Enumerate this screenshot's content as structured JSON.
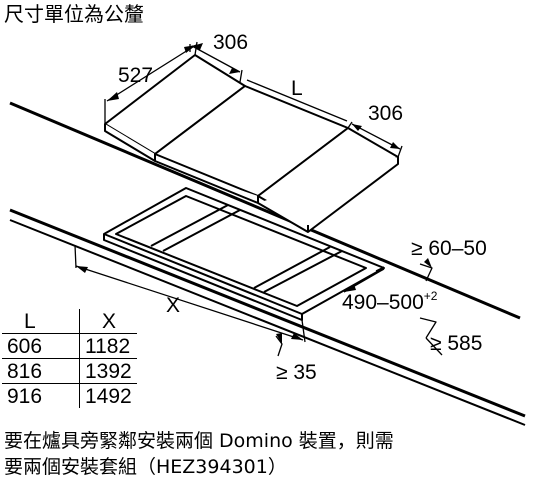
{
  "title": "尺寸單位為公釐",
  "dimensions": {
    "top_width": "306",
    "depth": "527",
    "length": "L",
    "right_width": "306",
    "gap_back": "≥ 60–50",
    "cutout_depth": "490–500",
    "cutout_depth_sup": "+2",
    "counter_depth": "≥ 585",
    "cutout_length": "X",
    "front_gap": "≥ 35"
  },
  "table": {
    "headers": [
      "L",
      "X"
    ],
    "rows": [
      [
        "606",
        "1182"
      ],
      [
        "816",
        "1392"
      ],
      [
        "916",
        "1492"
      ]
    ]
  },
  "note": {
    "line1": "要在爐具旁緊鄰安裝兩個 Domino 裝置，則需",
    "line2": "要兩個安裝套組（HEZ394301）"
  }
}
